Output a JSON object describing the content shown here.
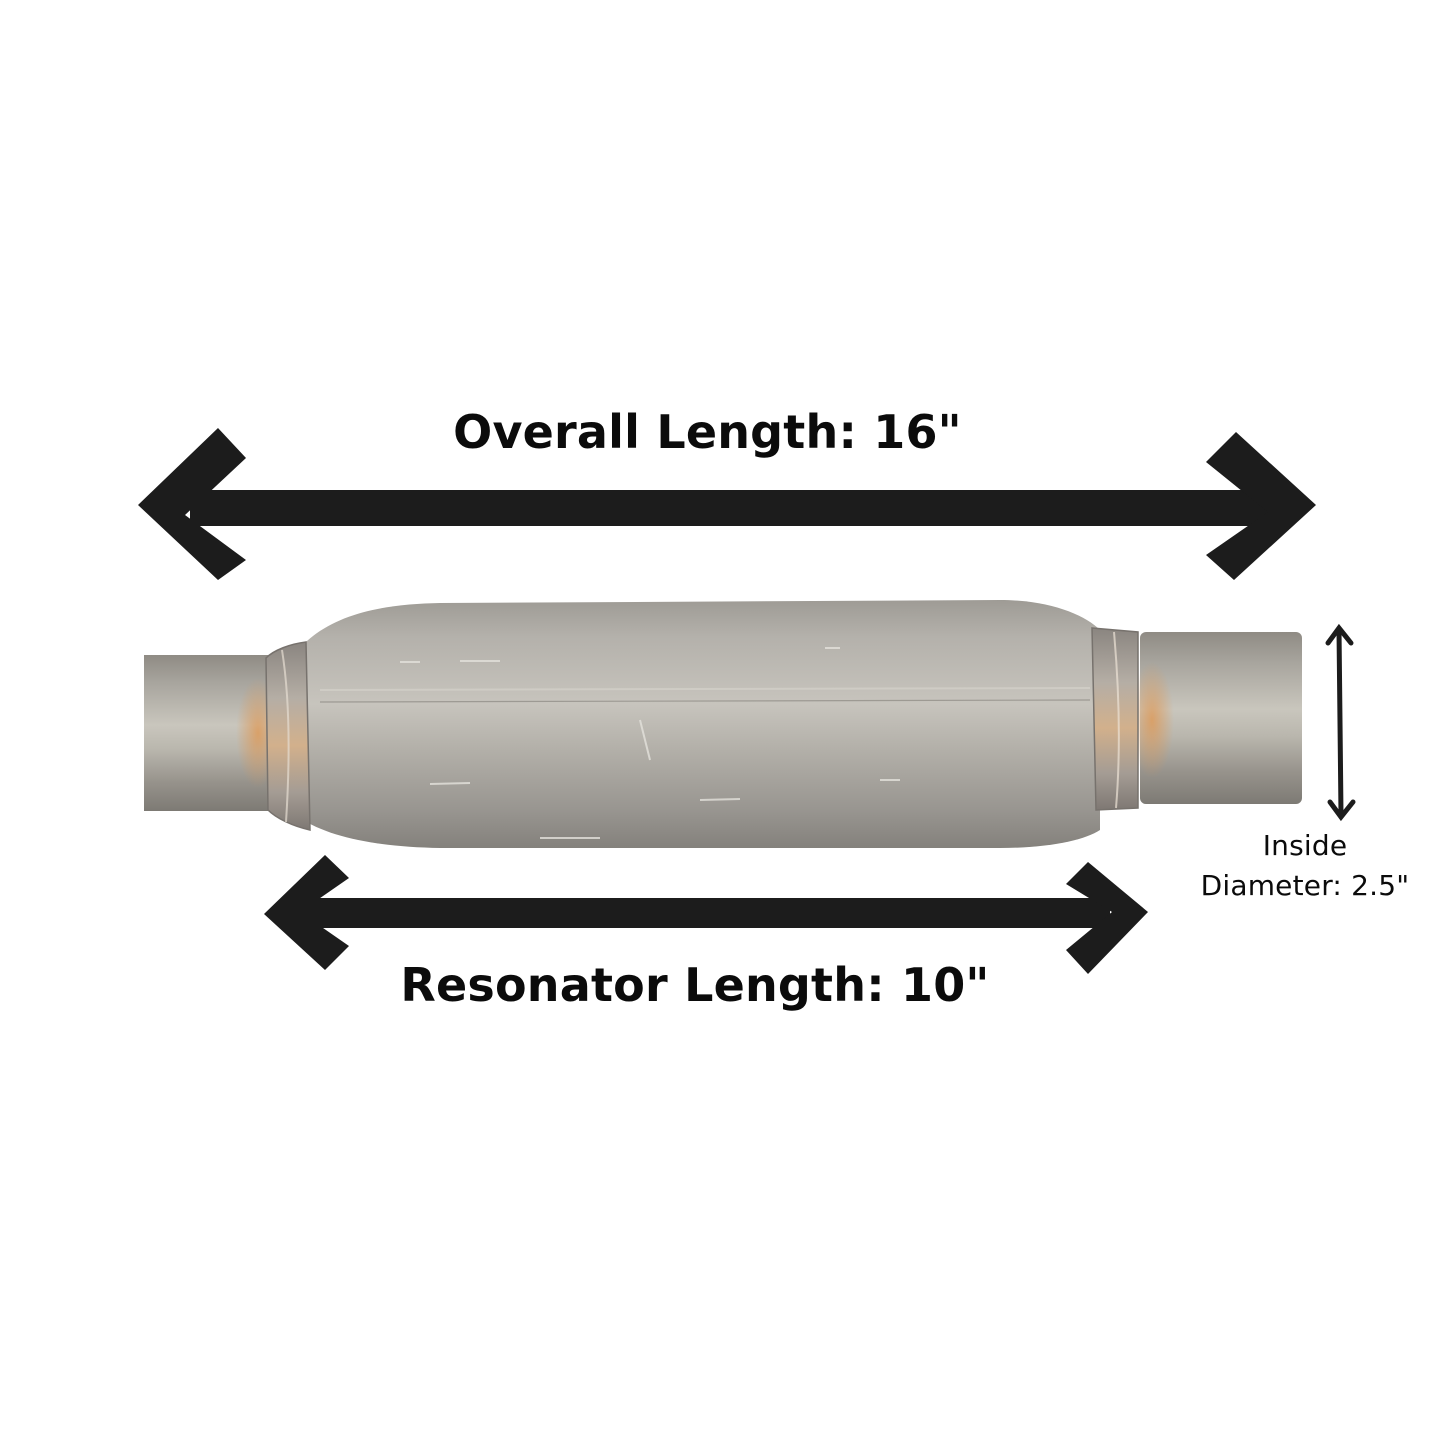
{
  "diagram": {
    "subject": "Exhaust resonator",
    "background": "#ffffff",
    "arrow_color": "#1c1c1c",
    "metal_color": "#a7a49e",
    "dimensions": {
      "overall_length": {
        "label": "Overall Length: 16\"",
        "value": 16,
        "unit": "in"
      },
      "resonator_length": {
        "label": "Resonator Length: 10\"",
        "value": 10,
        "unit": "in"
      },
      "inside_diameter": {
        "label_line1": "Inside",
        "label_line2": "Diameter: 2.5\"",
        "value": 2.5,
        "unit": "in"
      }
    },
    "arrows": [
      {
        "name": "overall-length-arrow",
        "orientation": "horizontal",
        "direction": "double"
      },
      {
        "name": "resonator-length-arrow",
        "orientation": "horizontal",
        "direction": "double"
      },
      {
        "name": "inside-diameter-arrow",
        "orientation": "vertical",
        "direction": "double"
      }
    ]
  }
}
